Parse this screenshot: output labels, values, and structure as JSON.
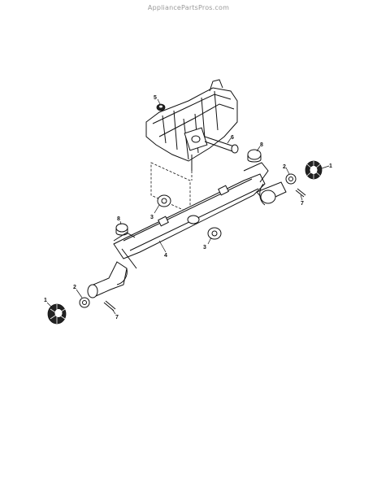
{
  "watermark": "AppliancePartsPros.com",
  "callouts": {
    "c1_right": "1",
    "c2_right": "2",
    "c3_left": "3",
    "c3_mid": "3",
    "c4": "4",
    "c5": "5",
    "c6": "6",
    "c7_right": "7",
    "c8_right": "8",
    "c8_left": "8",
    "c1_left": "1",
    "c2_left": "2",
    "c7_left": "7"
  }
}
